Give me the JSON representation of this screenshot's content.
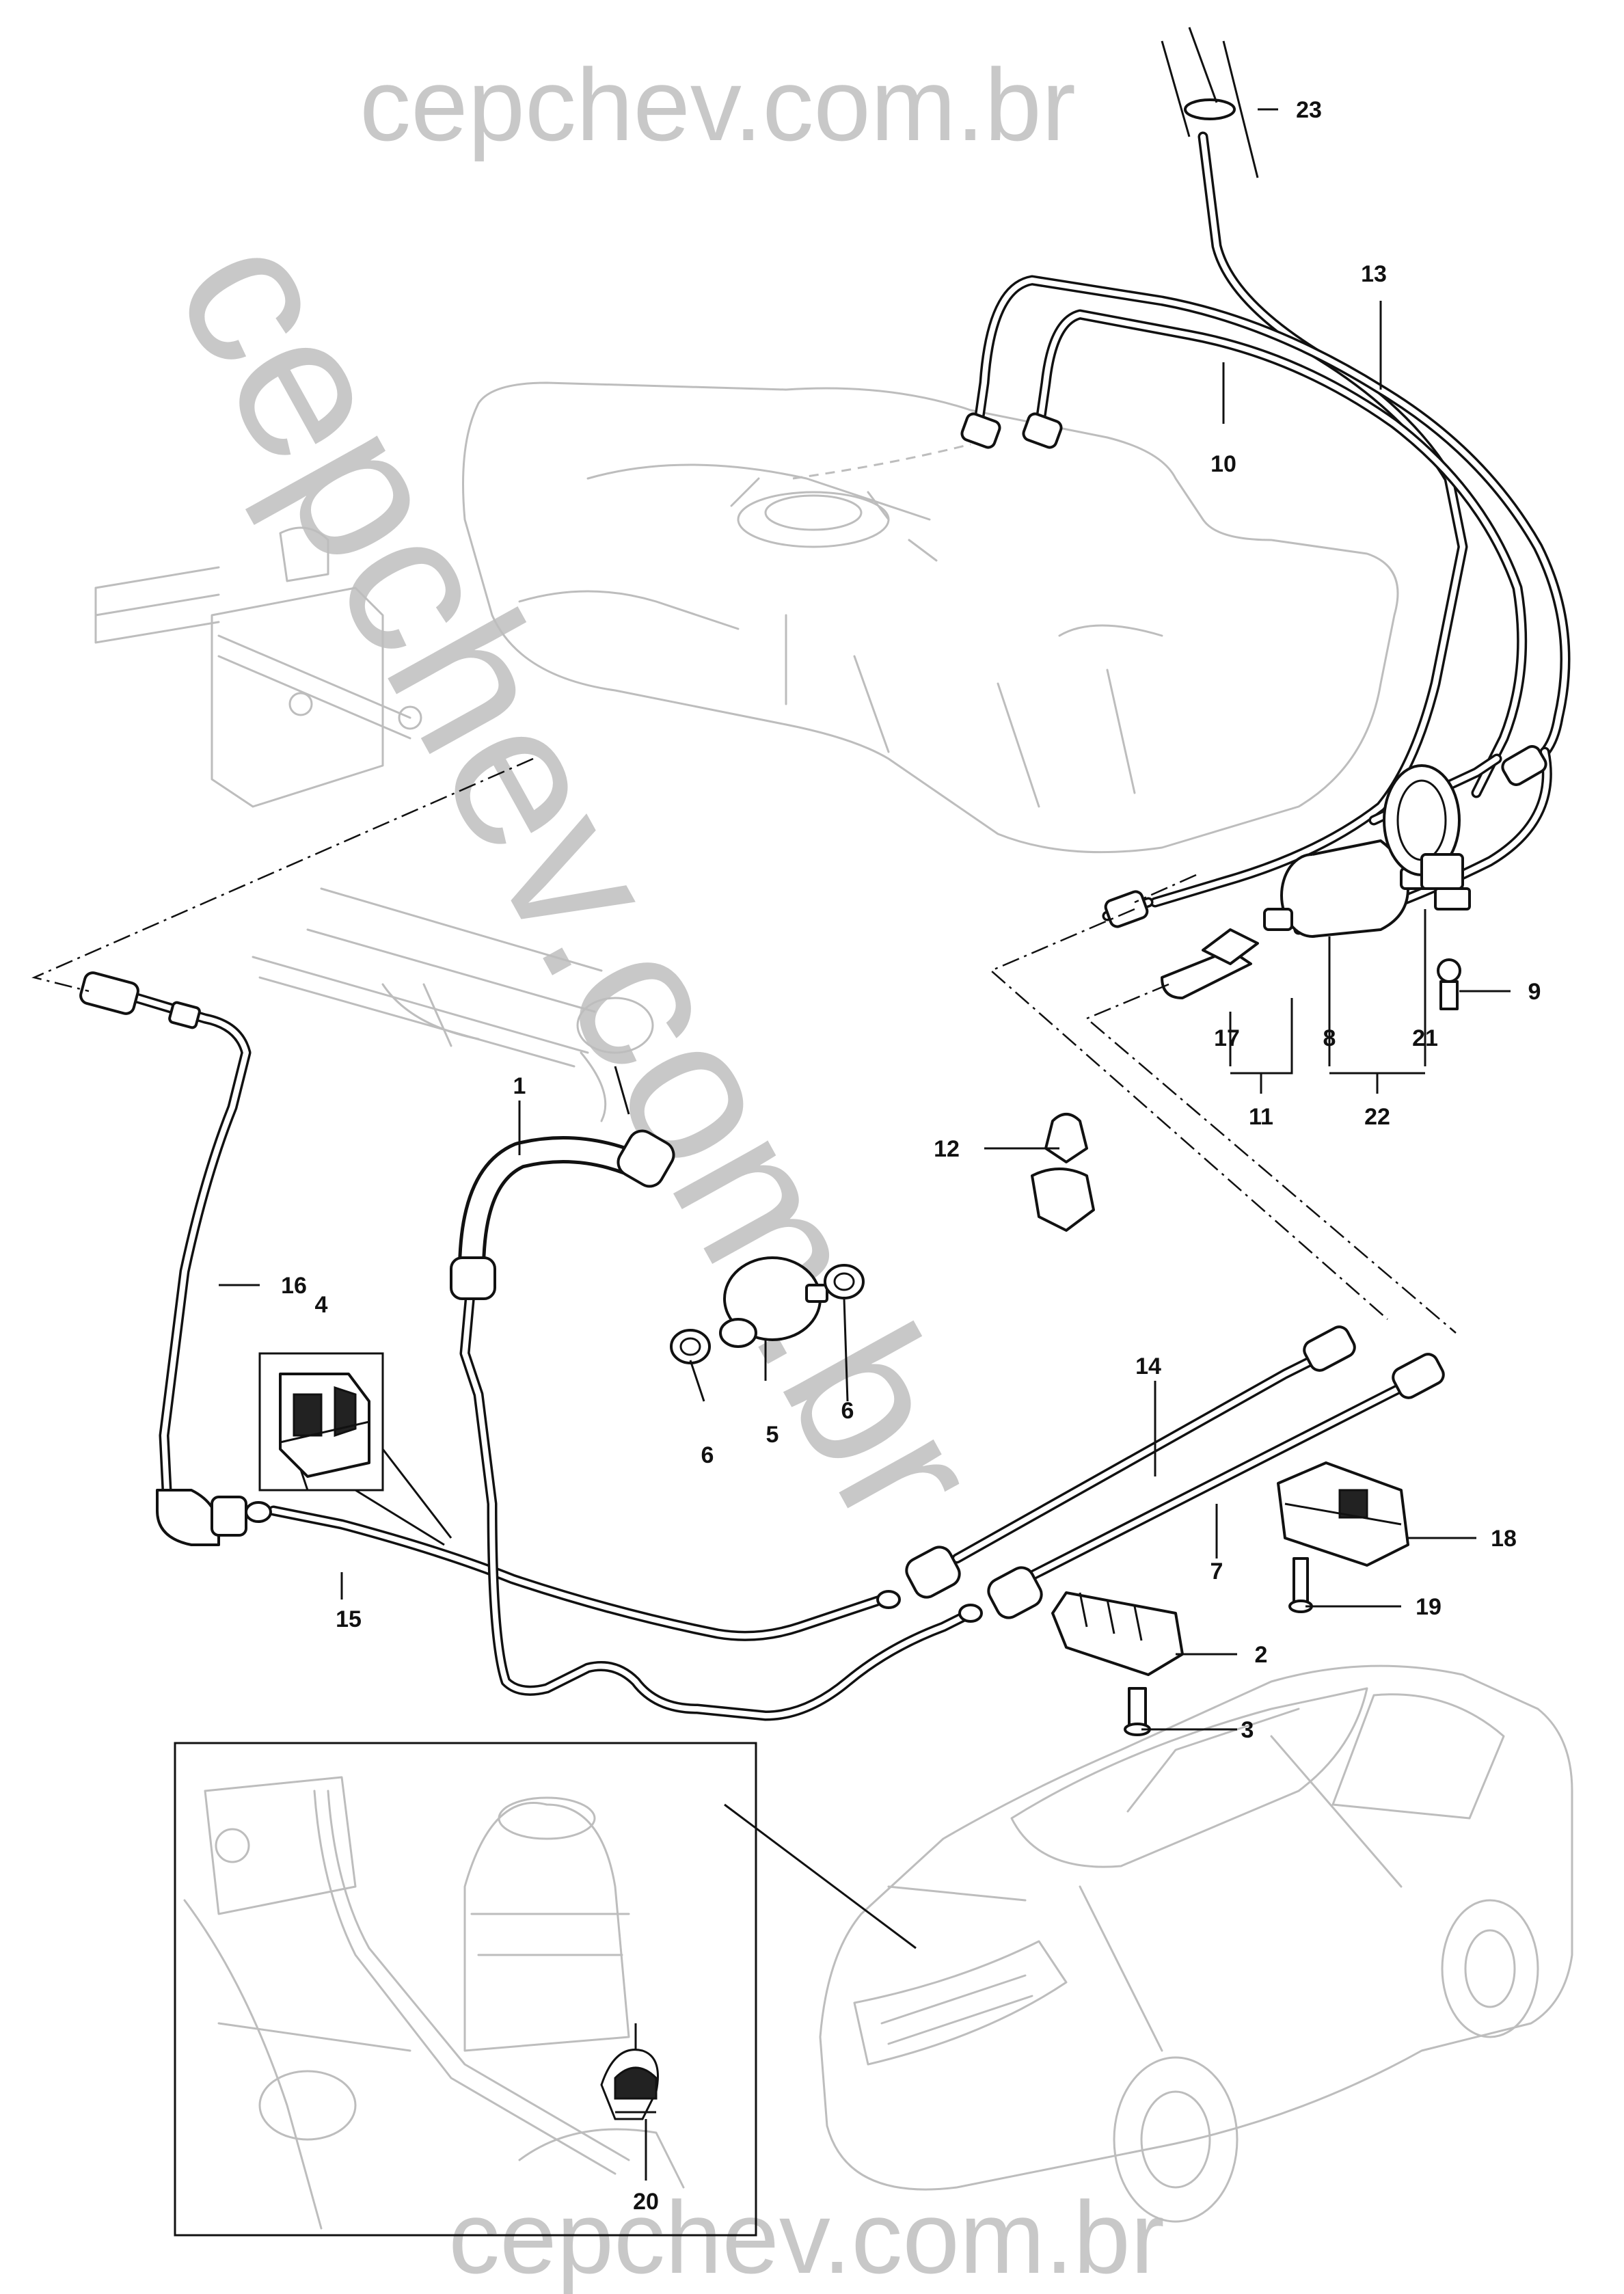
{
  "watermark": {
    "text": "cepchev.com.br",
    "color": "#c8c8c8"
  },
  "callouts": [
    {
      "id": "1",
      "text": "1"
    },
    {
      "id": "2",
      "text": "2"
    },
    {
      "id": "3",
      "text": "3"
    },
    {
      "id": "4",
      "text": "4"
    },
    {
      "id": "5",
      "text": "5"
    },
    {
      "id": "6a",
      "text": "6"
    },
    {
      "id": "6b",
      "text": "6"
    },
    {
      "id": "7",
      "text": "7"
    },
    {
      "id": "8",
      "text": "8"
    },
    {
      "id": "9",
      "text": "9"
    },
    {
      "id": "10",
      "text": "10"
    },
    {
      "id": "11",
      "text": "11"
    },
    {
      "id": "12",
      "text": "12"
    },
    {
      "id": "13",
      "text": "13"
    },
    {
      "id": "14",
      "text": "14"
    },
    {
      "id": "15",
      "text": "15"
    },
    {
      "id": "16",
      "text": "16"
    },
    {
      "id": "17",
      "text": "17"
    },
    {
      "id": "18",
      "text": "18"
    },
    {
      "id": "19",
      "text": "19"
    },
    {
      "id": "20",
      "text": "20"
    },
    {
      "id": "21",
      "text": "21"
    },
    {
      "id": "22",
      "text": "22"
    },
    {
      "id": "23",
      "text": "23"
    }
  ],
  "colors": {
    "line": "#111111",
    "ghost": "#bdbdbd",
    "background": "#ffffff"
  }
}
